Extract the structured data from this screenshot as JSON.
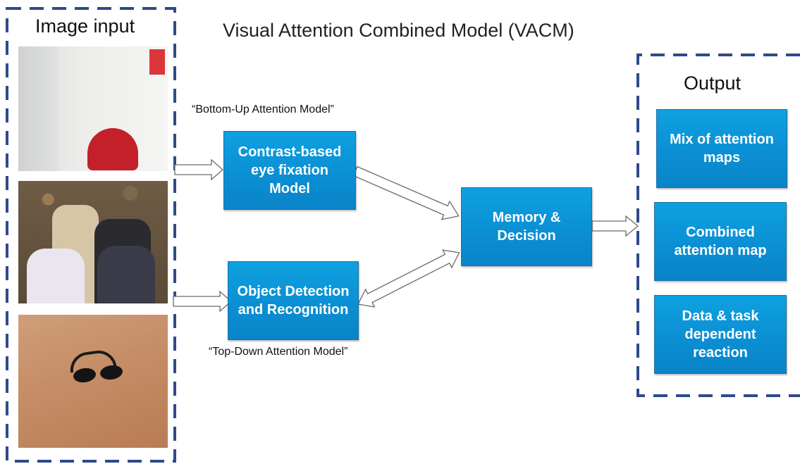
{
  "diagram": {
    "title": "Visual Attention Combined Model (VACM)",
    "input_panel": {
      "label": "Image input",
      "images": [
        {
          "name": "photo-room-fire-extinguisher-sign"
        },
        {
          "name": "photo-group-of-four-people"
        },
        {
          "name": "photo-sunglasses-on-table"
        }
      ]
    },
    "bottom_up_caption": "“Bottom-Up Attention Model”",
    "top_down_caption": "“Top-Down Attention Model”",
    "nodes": {
      "contrast_model": "Contrast-based eye fixation Model",
      "object_detection": "Object Detection and Recognition",
      "memory_decision": "Memory & Decision"
    },
    "output_panel": {
      "label": "Output",
      "items": [
        "Mix of attention maps",
        "Combined attention map",
        "Data & task dependent reaction"
      ]
    },
    "colors": {
      "box_fill": "#0b93d8",
      "box_border": "#1f6ea6",
      "panel_border": "#2f4a8a",
      "arrow_stroke": "#6a6a6a"
    }
  }
}
